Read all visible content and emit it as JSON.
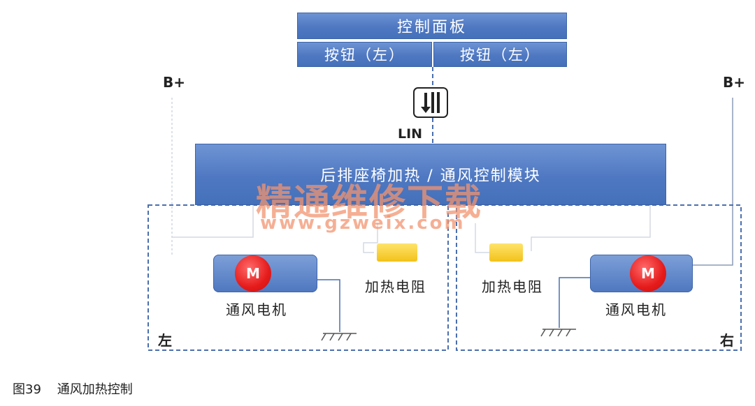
{
  "control_panel": {
    "title": "控制面板",
    "button_left": "按钮（左）",
    "button_right": "按钮（左）"
  },
  "lin_label": "LIN",
  "module_label": "后排座椅加热 / 通风控制模块",
  "power_left": "B+",
  "power_right": "B+",
  "left_zone": {
    "side_label": "左",
    "motor_symbol": "M",
    "motor_label": "通风电机",
    "heater_label": "加热电阻"
  },
  "right_zone": {
    "side_label": "右",
    "motor_symbol": "M",
    "motor_label": "通风电机",
    "heater_label": "加热电阻"
  },
  "caption": "图39    通风加热控制",
  "watermark": {
    "text": "精通维修下载",
    "url": "www.gzweix.com"
  },
  "colors": {
    "box_blue": "#5078c2",
    "motor_red": "#e51b1b",
    "heater_yellow": "#f5c928",
    "dashed_border": "#4a6fae",
    "watermark": "#f29470"
  }
}
